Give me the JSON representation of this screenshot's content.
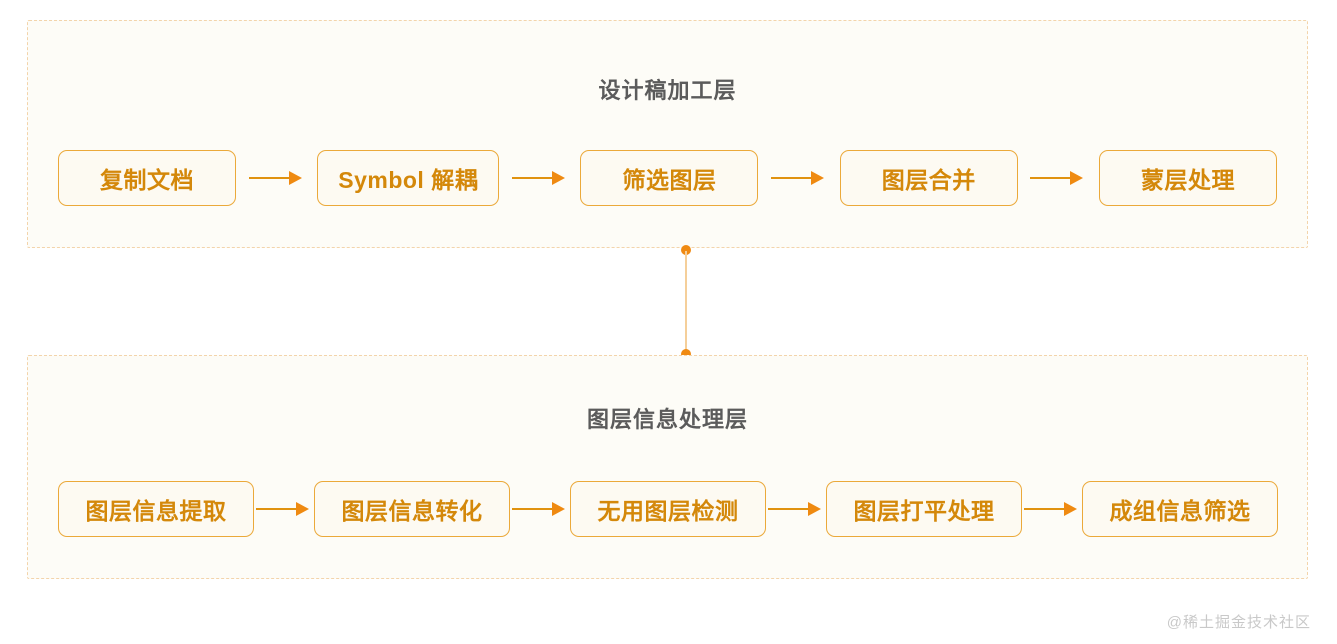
{
  "diagram": {
    "sections": [
      {
        "id": "design-processing-layer",
        "title": "设计稿加工层",
        "nodes": [
          {
            "label": "复制文档"
          },
          {
            "label": "Symbol 解耦"
          },
          {
            "label": "筛选图层"
          },
          {
            "label": "图层合并"
          },
          {
            "label": "蒙层处理"
          }
        ]
      },
      {
        "id": "layer-info-processing-layer",
        "title": "图层信息处理层",
        "nodes": [
          {
            "label": "图层信息提取"
          },
          {
            "label": "图层信息转化"
          },
          {
            "label": "无用图层检测"
          },
          {
            "label": "图层打平处理"
          },
          {
            "label": "成组信息筛选"
          }
        ]
      }
    ],
    "colors": {
      "node_border": "#eba93a",
      "node_text": "#d4880a",
      "node_fill": "#fdfaf2",
      "section_border": "#f3d4ab",
      "section_fill": "#fdfcf7",
      "section_title_text": "#5b5b5b",
      "arrow": "#e0920f",
      "connector_dot": "#f08a12",
      "connector_line": "#f5cf9a",
      "watermark": "#c9c9c9"
    }
  },
  "watermark": {
    "text": "@稀土掘金技术社区"
  }
}
